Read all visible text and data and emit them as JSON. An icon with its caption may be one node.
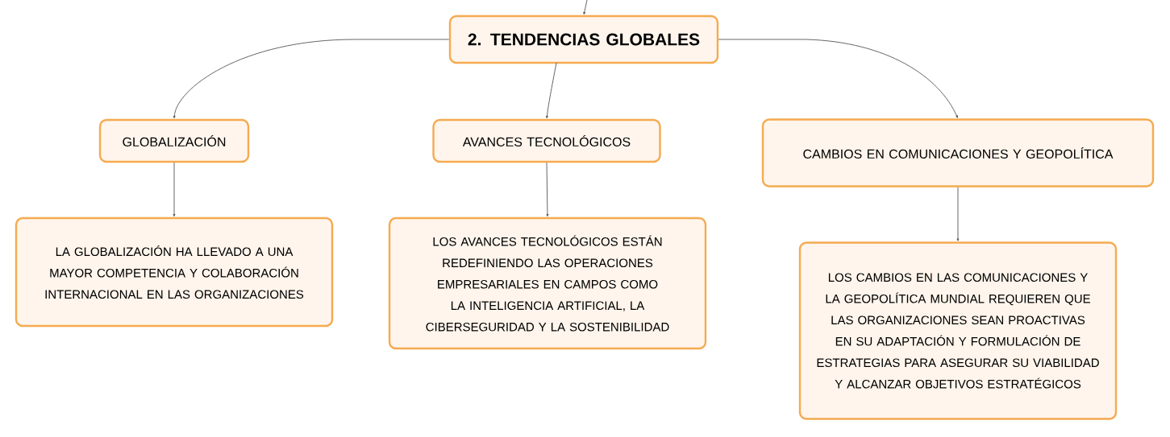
{
  "diagram": {
    "nodes": [
      {
        "text": [
          "2. TENDENCIAS GLOBALES"
        ]
      },
      {
        "text": [
          "GLOBALIZACIÓN"
        ]
      },
      {
        "text": [
          "AVANCES TECNOLÓGICOS"
        ]
      },
      {
        "text": [
          "CAMBIOS EN COMUNICACIONES Y GEOPOLÍTICA"
        ]
      },
      {
        "text": [
          "LA GLOBALIZACIÓN HA LLEVADO A UNA MAYOR COMPETENCIA Y COLABORACIÓN INTERNACIONAL EN LAS ORGANIZACIONES"
        ]
      },
      {
        "text": [
          "LOS AVANCES TECNOLÓGICOS ESTÁN REDEFINIENDO LAS OPERACIONES EMPRESARIALES EN CAMPOS COMO LA INTELIGENCIA ARTIFICIAL, LA CIBERSEGURIDAD Y LA SOSTENIBILIDAD"
        ]
      },
      {
        "text": [
          "LOS CAMBIOS EN LAS COMUNICACIONES Y LA GEOPOLÍTICA MUNDIAL REQUIEREN QUE LAS ORGANIZACIONES SEAN PROACTIVAS EN SU ADAPTACIÓN Y FORMULACIÓN DE ESTRATEGIAS PARA ASEGURAR SU VIABILIDAD Y ALCANZAR OBJETIVOS ESTRATÉGICOS"
        ]
      }
    ],
    "edges": [
      {
        "from": null,
        "to": 0,
        "arrow": "to"
      },
      {
        "from": 0,
        "to": 1,
        "arrow": "to"
      },
      {
        "from": 0,
        "to": 2,
        "arrow": "to"
      },
      {
        "from": 0,
        "to": 3,
        "arrow": "to"
      },
      {
        "from": 1,
        "to": 4,
        "arrow": "to"
      },
      {
        "from": 2,
        "to": 5,
        "arrow": "to"
      },
      {
        "from": 3,
        "to": 6,
        "arrow": "to"
      }
    ]
  }
}
